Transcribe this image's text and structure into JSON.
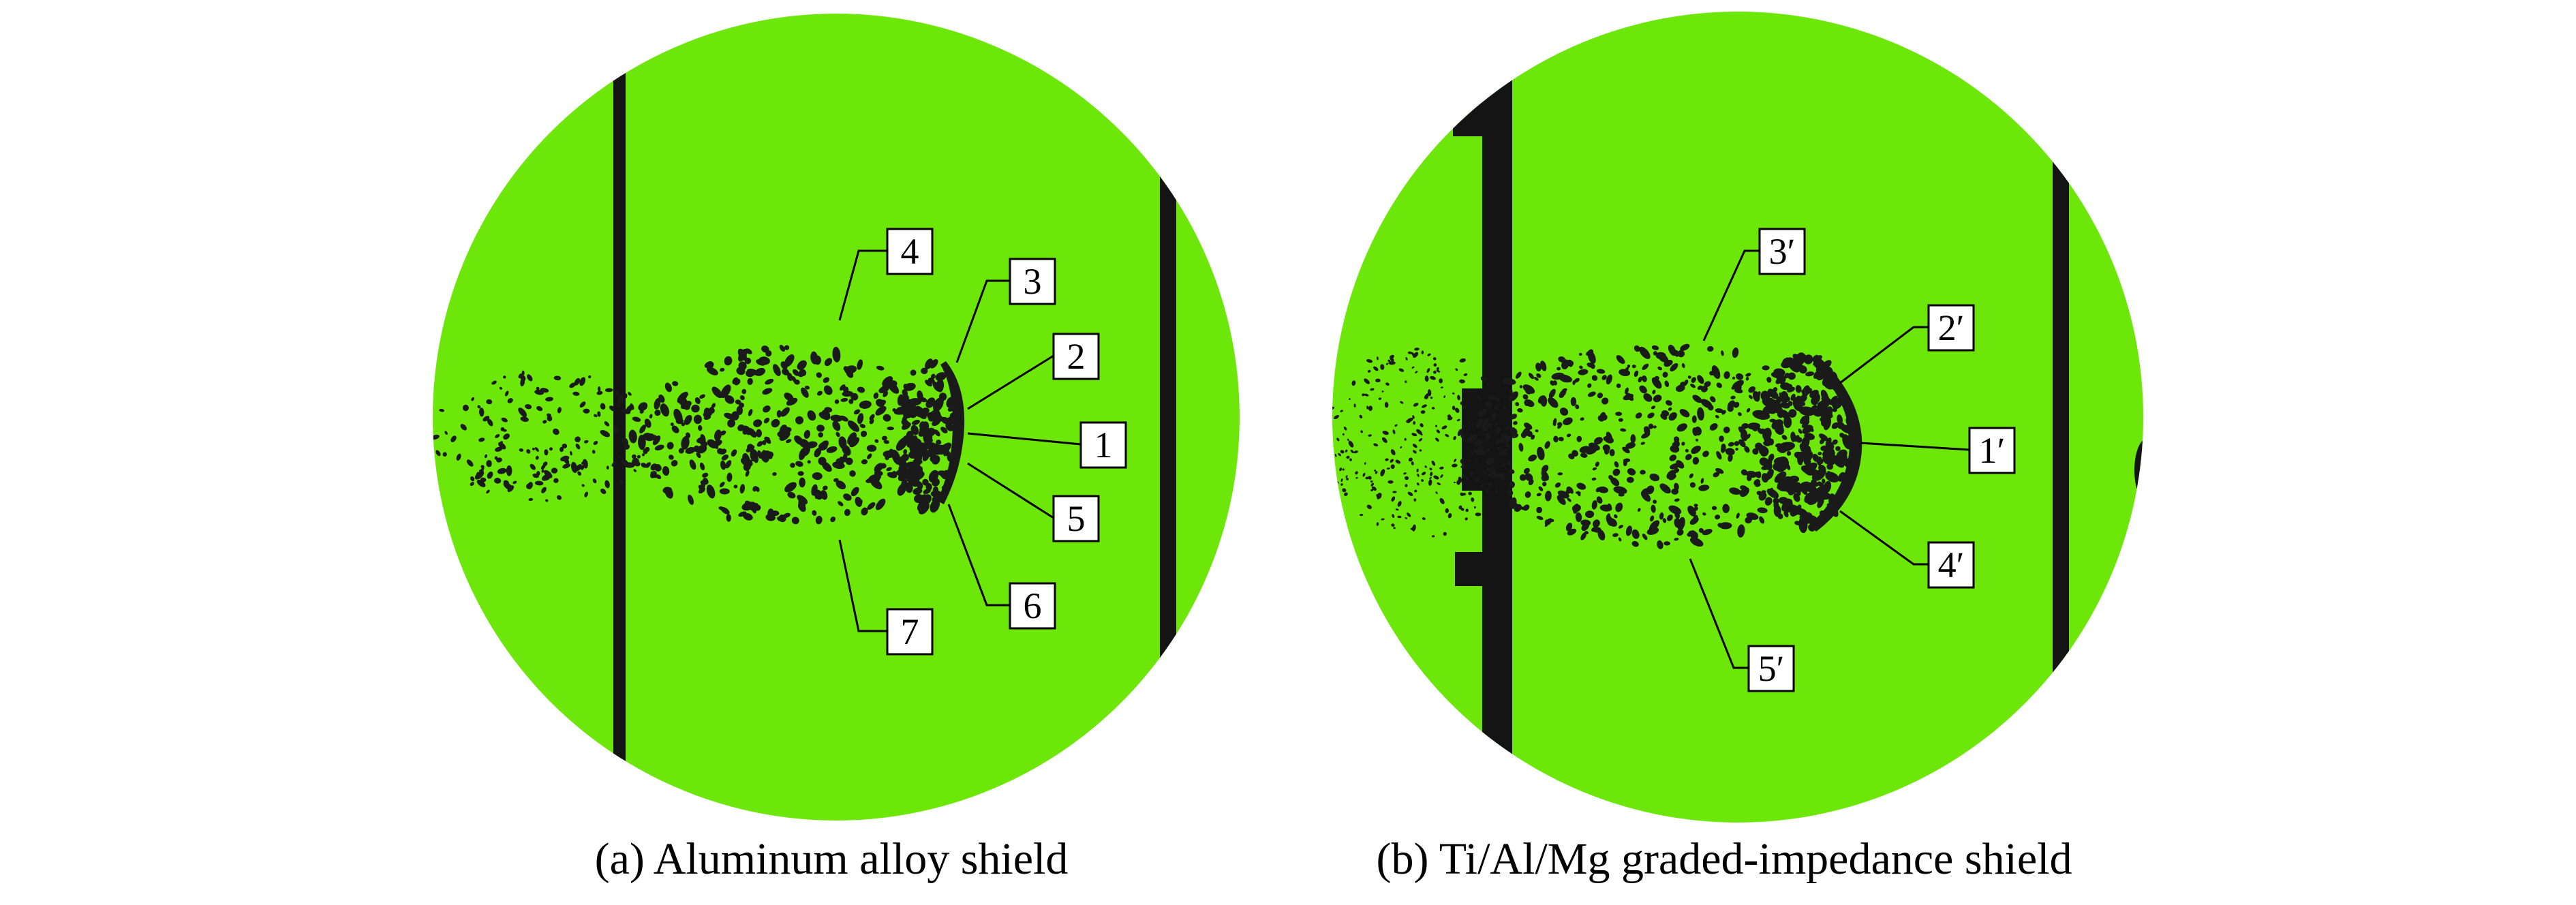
{
  "panels": [
    {
      "caption": "(a) Aluminum alloy shield",
      "labels": [
        "1",
        "2",
        "3",
        "4",
        "5",
        "6",
        "7"
      ]
    },
    {
      "caption": "(b) Ti/Al/Mg graded-impedance shield",
      "labels": [
        "1′",
        "2′",
        "3′",
        "4′",
        "5′"
      ]
    }
  ],
  "colors": {
    "background": "#ffffff",
    "field": "#6de60a",
    "debris": "#1a1a1a",
    "wall": "#141414"
  }
}
